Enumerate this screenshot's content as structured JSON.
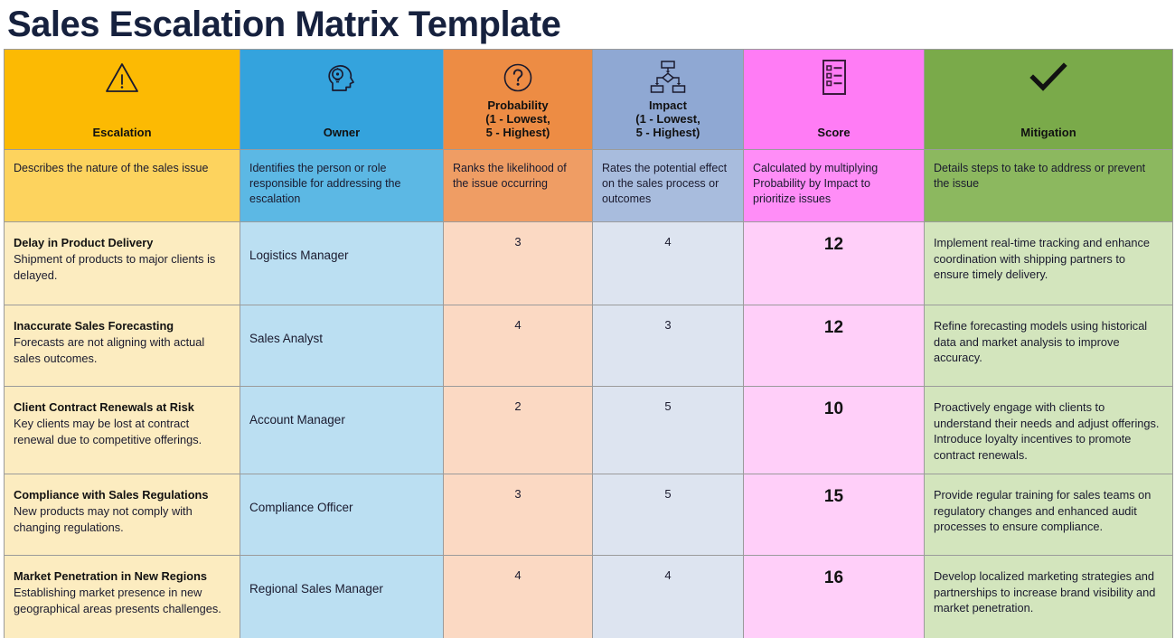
{
  "page_title": "Sales Escalation Matrix Template",
  "table": {
    "columns": [
      {
        "key": "escalation",
        "label": "Escalation",
        "icon": "warning-triangle-icon",
        "header_color": "#fcba03",
        "desc_color": "#fdd35e",
        "body_color": "#fcecc0"
      },
      {
        "key": "owner",
        "label": "Owner",
        "icon": "head-lightbulb-icon",
        "header_color": "#34a3dd",
        "desc_color": "#5cb8e4",
        "body_color": "#bbdff2"
      },
      {
        "key": "probability",
        "label": "Probability\n(1 - Lowest,\n5 - Highest)",
        "icon": "question-mark-circle-icon",
        "header_color": "#ed8c44",
        "desc_color": "#ef9d64",
        "body_color": "#fbd9c3"
      },
      {
        "key": "impact",
        "label": "Impact\n(1 - Lowest,\n5 - Highest)",
        "icon": "flowchart-icon",
        "header_color": "#8fa8d3",
        "desc_color": "#a8bcdd",
        "body_color": "#dde4f0"
      },
      {
        "key": "score",
        "label": "Score",
        "icon": "checklist-icon",
        "header_color": "#ff7cf5",
        "desc_color": "#ff8df7",
        "body_color": "#ffcff9"
      },
      {
        "key": "mitigation",
        "label": "Mitigation",
        "icon": "checkmark-icon",
        "header_color": "#7aaa4a",
        "desc_color": "#8cb85f",
        "body_color": "#d3e5bd"
      }
    ],
    "descriptions": {
      "escalation": "Describes the nature of the sales issue",
      "owner": "Identifies the person or role responsible for addressing the escalation",
      "probability": "Ranks the likelihood of the issue occurring",
      "impact": "Rates the potential effect on the sales process or outcomes",
      "score": "Calculated by multiplying Probability by Impact to prioritize issues",
      "mitigation": "Details steps to take to address or prevent the issue"
    },
    "rows": [
      {
        "escalation_title": "Delay in Product Delivery",
        "escalation_desc": "Shipment of products to major clients is delayed.",
        "owner": "Logistics Manager",
        "probability": "3",
        "impact": "4",
        "score": "12",
        "mitigation": "Implement real-time tracking and enhance coordination with shipping partners to ensure timely delivery."
      },
      {
        "escalation_title": "Inaccurate Sales Forecasting",
        "escalation_desc": "Forecasts are not aligning with actual sales outcomes.",
        "owner": "Sales Analyst",
        "probability": "4",
        "impact": "3",
        "score": "12",
        "mitigation": "Refine forecasting models using historical data and market analysis to improve accuracy."
      },
      {
        "escalation_title": "Client Contract Renewals at Risk",
        "escalation_desc": "Key clients may be lost at contract renewal due to competitive offerings.",
        "owner": "Account Manager",
        "probability": "2",
        "impact": "5",
        "score": "10",
        "mitigation": "Proactively engage with clients to understand their needs and adjust offerings. Introduce loyalty incentives to promote contract renewals."
      },
      {
        "escalation_title": "Compliance with Sales Regulations",
        "escalation_desc": "New products may not comply with changing regulations.",
        "owner": "Compliance Officer",
        "probability": "3",
        "impact": "5",
        "score": "15",
        "mitigation": "Provide regular training for sales teams on regulatory changes and enhanced audit processes to ensure compliance."
      },
      {
        "escalation_title": "Market Penetration in New Regions",
        "escalation_desc": "Establishing market presence in new geographical areas presents challenges.",
        "owner": "Regional Sales Manager",
        "probability": "4",
        "impact": "4",
        "score": "16",
        "mitigation": "Develop localized marketing strategies and partnerships to increase brand visibility and market penetration."
      }
    ]
  }
}
